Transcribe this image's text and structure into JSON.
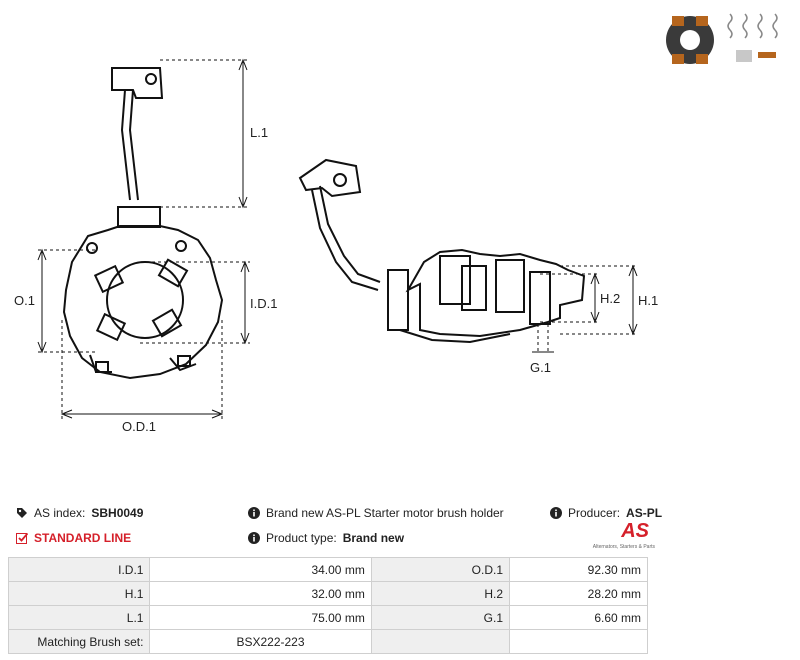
{
  "dimension_labels": {
    "l1": "L.1",
    "o1": "O.1",
    "id1": "I.D.1",
    "od1": "O.D.1",
    "h2": "H.2",
    "h1": "H.1",
    "g1": "G.1"
  },
  "info": {
    "as_index_label": "AS index:",
    "as_index_value": "SBH0049",
    "line": "STANDARD LINE",
    "description": "Brand new AS-PL Starter motor brush holder",
    "product_type_label": "Product type:",
    "product_type_value": "Brand new",
    "producer_label": "Producer:",
    "producer_value": "AS-PL"
  },
  "logo": {
    "text": "AS",
    "tagline": "Alternators, Starters & Parts",
    "color": "#d5202a"
  },
  "specs": {
    "rows": [
      {
        "l1": "I.D.1",
        "v1": "34.00 mm",
        "l2": "O.D.1",
        "v2": "92.30 mm"
      },
      {
        "l1": "H.1",
        "v1": "32.00 mm",
        "l2": "H.2",
        "v2": "28.20 mm"
      },
      {
        "l1": "L.1",
        "v1": "75.00 mm",
        "l2": "G.1",
        "v2": "6.60 mm"
      }
    ],
    "brush_set_label": "Matching Brush set:",
    "brush_set_value": "BSX222-223"
  },
  "colors": {
    "accent": "#d5202a",
    "label_cell": "#efefef",
    "border": "#cfcfcf"
  }
}
